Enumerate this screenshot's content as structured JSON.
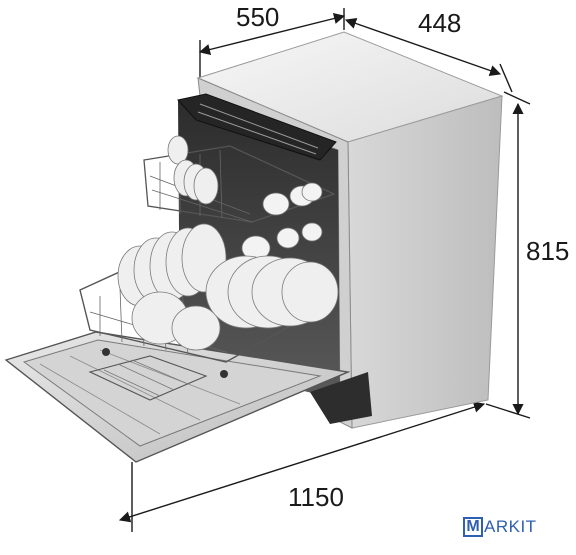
{
  "dimensions": {
    "width": "550",
    "depth": "448",
    "height": "815",
    "open_depth": "1150"
  },
  "logo": {
    "initial": "M",
    "rest": "ARKIT"
  },
  "colors": {
    "body_light": "#f2f2f2",
    "body_side": "#c9c9c9",
    "interior_dark": "#3a3a3a",
    "rack": "#555555",
    "plate": "#efefef",
    "line": "#1a1a1a",
    "logo": "#2f5fb0"
  }
}
